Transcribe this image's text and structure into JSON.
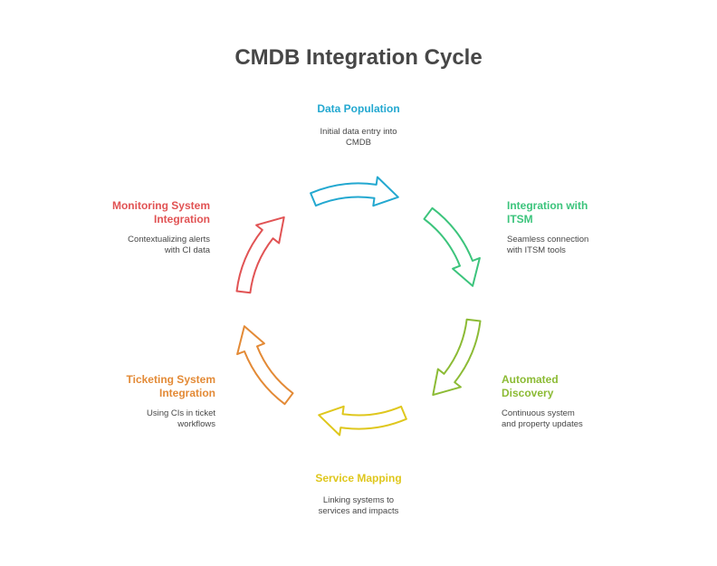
{
  "title": "CMDB Integration Cycle",
  "colors": {
    "data_population": "#23a8d0",
    "integration_itsm": "#3cc47c",
    "automated_discovery": "#8cbb35",
    "service_mapping": "#dfc71d",
    "ticketing": "#e38a36",
    "monitoring": "#e15354"
  },
  "stages": [
    {
      "heading_lines": [
        "Data Population"
      ],
      "desc_lines": [
        "Initial data entry into",
        "CMDB"
      ],
      "color": "#23a8d0"
    },
    {
      "heading_lines": [
        "Integration with",
        "ITSM"
      ],
      "desc_lines": [
        "Seamless connection",
        "with ITSM tools"
      ],
      "color": "#3cc47c"
    },
    {
      "heading_lines": [
        "Automated",
        "Discovery"
      ],
      "desc_lines": [
        "Continuous system",
        "and property updates"
      ],
      "color": "#8cbb35"
    },
    {
      "heading_lines": [
        "Service Mapping"
      ],
      "desc_lines": [
        "Linking systems to",
        "services and impacts"
      ],
      "color": "#dfc71d"
    },
    {
      "heading_lines": [
        "Ticketing System",
        "Integration"
      ],
      "desc_lines": [
        "Using CIs in ticket",
        "workflows"
      ],
      "color": "#e38a36"
    },
    {
      "heading_lines": [
        "Monitoring System",
        "Integration"
      ],
      "desc_lines": [
        "Contextualizing alerts",
        "with CI data"
      ],
      "color": "#e15354"
    }
  ]
}
